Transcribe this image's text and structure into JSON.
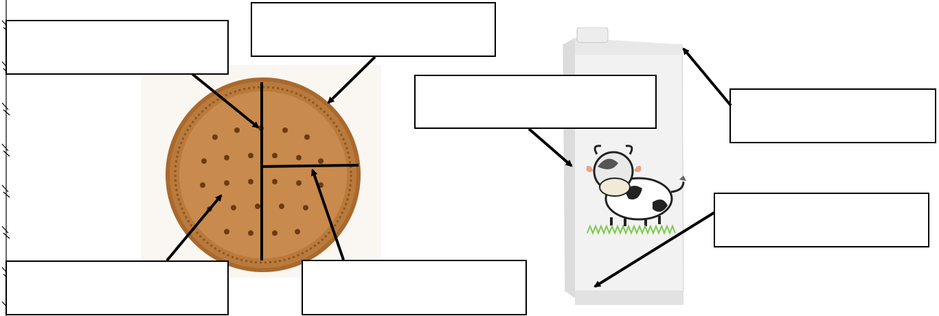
{
  "worksheet": {
    "labels": [
      {
        "id": "biscuit-top-left",
        "text": ""
      },
      {
        "id": "biscuit-top",
        "text": ""
      },
      {
        "id": "carton-middle",
        "text": ""
      },
      {
        "id": "carton-top-right",
        "text": ""
      },
      {
        "id": "carton-bottom-right",
        "text": ""
      },
      {
        "id": "biscuit-bottom-left",
        "text": ""
      },
      {
        "id": "biscuit-bottom-right",
        "text": ""
      }
    ]
  },
  "colors": {
    "biscuit_fill": "#c98a4d",
    "biscuit_rim": "#a9692e",
    "biscuit_hole": "#6b3b12",
    "carton_face": "#f2f2f2",
    "carton_side": "#dcdcdc",
    "cow_patch": "#222222",
    "grass": "#7ec850",
    "ink": "#000000"
  },
  "icons": [
    "biscuit-image",
    "milk-carton-image",
    "cow-illustration",
    "decorative-border"
  ]
}
